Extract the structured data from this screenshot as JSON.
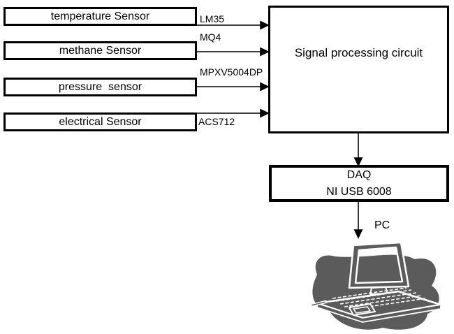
{
  "sensors": [
    {
      "label": "temperature Sensor",
      "chip": "LM35"
    },
    {
      "label": "methane Sensor",
      "chip": "MQ4"
    },
    {
      "label": "pressure  sensor",
      "chip": "MPXV5004DP"
    },
    {
      "label": "electrical Sensor",
      "chip": "ACS712"
    }
  ],
  "processing": {
    "label": "Signal processing circuit"
  },
  "daq": {
    "line1": "DAQ",
    "line2": "NI USB 6008"
  },
  "pc": {
    "label": "PC"
  },
  "icons": {
    "computer": "laptop-clipart"
  },
  "colors": {
    "line": "#000000",
    "box_border": "#000000",
    "box_fill": "#ffffff",
    "laptop_gray": "#5b5b5b",
    "background": "#ffffff"
  }
}
